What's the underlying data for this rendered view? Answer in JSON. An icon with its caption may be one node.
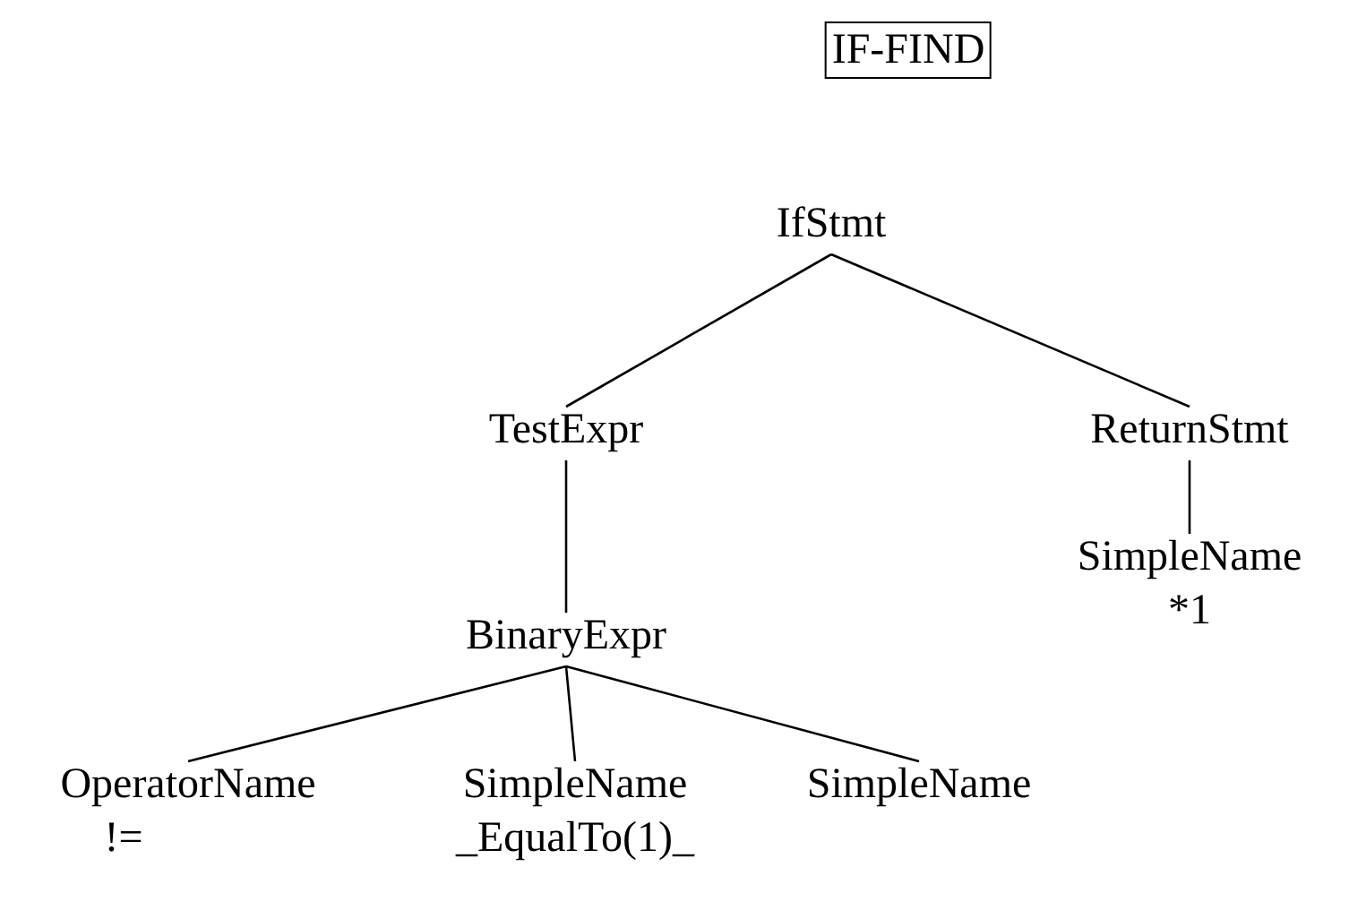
{
  "diagram": {
    "nodes": [
      {
        "text": [
          "IF-FIND"
        ]
      },
      {
        "text": [
          "IfStmt"
        ]
      },
      {
        "text": [
          "TestExpr"
        ]
      },
      {
        "text": [
          "ReturnStmt"
        ]
      },
      {
        "text": [
          "BinaryExpr"
        ]
      },
      {
        "text": [
          "SimpleName",
          "*1"
        ]
      },
      {
        "text": [
          "OperatorName",
          "!="
        ]
      },
      {
        "text": [
          "SimpleName",
          "_EqualTo(1)_"
        ]
      },
      {
        "text": [
          "SimpleName"
        ]
      }
    ],
    "edges": [
      {
        "from": 1,
        "to": 2,
        "arrow": "none"
      },
      {
        "from": 1,
        "to": 3,
        "arrow": "none"
      },
      {
        "from": 2,
        "to": 4,
        "arrow": "none"
      },
      {
        "from": 3,
        "to": 5,
        "arrow": "none"
      },
      {
        "from": 4,
        "to": 6,
        "arrow": "none"
      },
      {
        "from": 4,
        "to": 7,
        "arrow": "none"
      },
      {
        "from": 4,
        "to": 8,
        "arrow": "none"
      }
    ]
  }
}
